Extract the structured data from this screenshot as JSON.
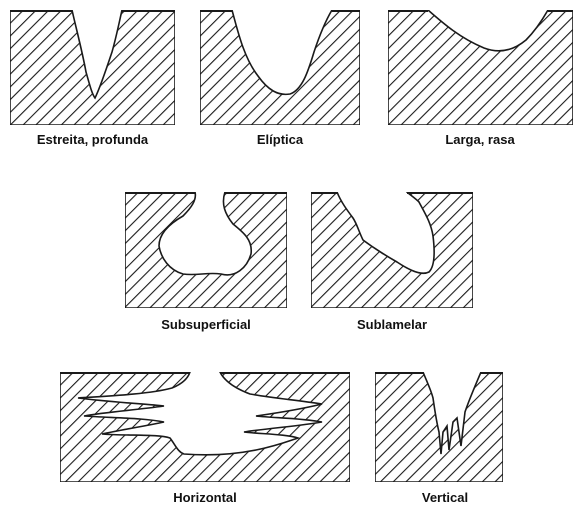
{
  "figure": {
    "ink_color": "#1a1a1a",
    "background": "#ffffff",
    "panels": [
      {
        "id": "estreita-profunda",
        "label": "Estreita, profunda"
      },
      {
        "id": "eliptica",
        "label": "Elíptica"
      },
      {
        "id": "larga-rasa",
        "label": "Larga, rasa"
      },
      {
        "id": "subsuperficial",
        "label": "Subsuperficial"
      },
      {
        "id": "sublamelar",
        "label": "Sublamelar"
      },
      {
        "id": "horizontal",
        "label": "Horizontal"
      },
      {
        "id": "vertical",
        "label": "Vertical"
      }
    ]
  }
}
